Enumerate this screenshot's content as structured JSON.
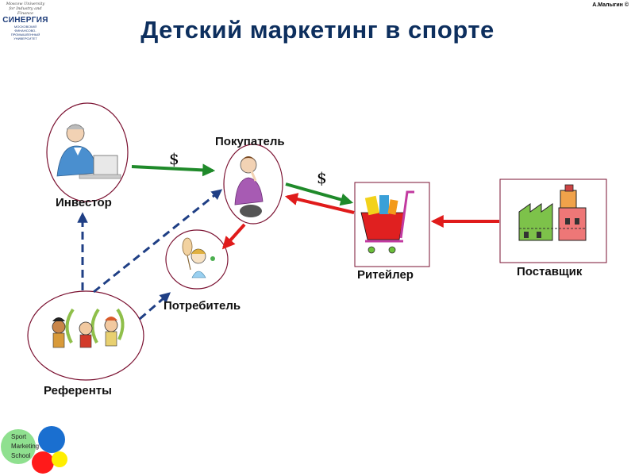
{
  "title": "Детский маркетинг в спорте",
  "copyright": "А.Малыгин ©",
  "logo": {
    "script_line_1": "Moscow University",
    "script_line_2": "for Industry and Finance",
    "name": "СИНЕРГИЯ",
    "sub_line_1": "МОСКОВСКИЙ",
    "sub_line_2": "ФИНАНСОВО-ПРОМЫШЛЕННЫЙ",
    "sub_line_3": "УНИВЕРСИТЕТ"
  },
  "nodes": {
    "investor": "Инвестор",
    "buyer": "Покупатель",
    "retailer": "Ритейлер",
    "supplier": "Поставщик",
    "consumer": "Потребитель",
    "referents": "Референты"
  },
  "money_labels": {
    "investor_to_buyer": "$",
    "buyer_to_retailer": "$"
  },
  "badge": {
    "line_1": "Sport",
    "line_2": "Marketing",
    "line_3": "School"
  },
  "colors": {
    "title": "#0d2f5e",
    "money_flow": "#1f8a2a",
    "product_flow": "#e01b1b",
    "influence": "#1f3f85",
    "frame": "#7a1030"
  }
}
